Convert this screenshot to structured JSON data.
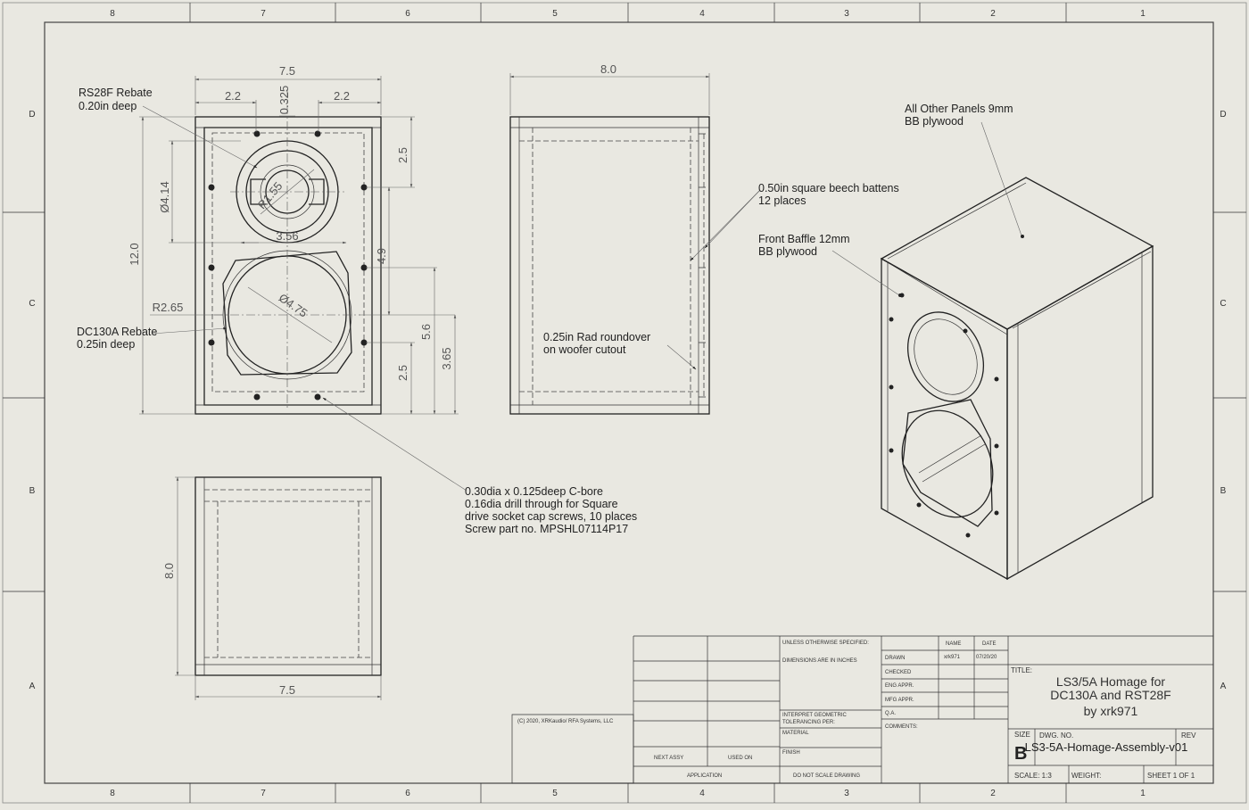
{
  "zones": {
    "columns": [
      "8",
      "7",
      "6",
      "5",
      "4",
      "3",
      "2",
      "1"
    ],
    "rows": [
      "D",
      "C",
      "B",
      "A"
    ]
  },
  "front_view": {
    "dims": {
      "width": "7.5",
      "left": "2.2",
      "center": "0.325",
      "right": "2.2",
      "tweeter_rebate_dia": "Ø4.14",
      "tweeter_radius": "R1.55",
      "tweeter_span": "3.56",
      "height": "12.0",
      "woofer_radius": "R2.65",
      "woofer_dia": "Ø4.75",
      "top_offset": "2.5",
      "tweeter_woofer": "4.9",
      "woofer_mid": "5.6",
      "bottom_offset": "2.5",
      "woofer_bottom": "3.65"
    }
  },
  "side_view": {
    "dims": {
      "depth": "8.0"
    }
  },
  "bottom_view": {
    "dims": {
      "depth": "8.0",
      "width": "7.5"
    }
  },
  "notes": {
    "rs28f": [
      "RS28F Rebate",
      "0.20in deep"
    ],
    "dc130a": [
      "DC130A Rebate",
      "0.25in deep"
    ],
    "battens": [
      "0.50in square beech battens",
      "12 places"
    ],
    "roundover": [
      "0.25in Rad roundover",
      "on woofer cutout"
    ],
    "cbore": [
      "0.30dia x 0.125deep C-bore",
      "0.16dia drill through for Square",
      "drive socket cap screws, 10 places",
      "Screw part no. MPSHL07114P17"
    ],
    "panels": [
      "All Other Panels 9mm",
      "BB plywood"
    ],
    "baffle": [
      "Front Baffle 12mm",
      "BB plywood"
    ]
  },
  "title_block": {
    "copyright": "(C) 2020, XRKaudio/ RFA Systems, LLC",
    "unless": "UNLESS OTHERWISE SPECIFIED:",
    "dimensions": "DIMENSIONS ARE IN INCHES",
    "interpret": "INTERPRET GEOMETRIC",
    "tolerancing": "TOLERANCING PER:",
    "material": "MATERIAL",
    "finish": "FINISH",
    "do_not_scale": "DO NOT SCALE DRAWING",
    "next_assy": "NEXT ASSY",
    "used_on": "USED ON",
    "application": "APPLICATION",
    "name_hdr": "NAME",
    "date_hdr": "DATE",
    "drawn": "DRAWN",
    "drawn_name": "xrk971",
    "drawn_date": "07/20/20",
    "checked": "CHECKED",
    "eng_appr": "ENG APPR.",
    "mfg_appr": "MFG APPR.",
    "qa": "Q.A.",
    "comments": "COMMENTS:",
    "title_label": "TITLE:",
    "title_lines": [
      "LS3/5A Homage for",
      "DC130A and RST28F",
      "by xrk971"
    ],
    "size_label": "SIZE",
    "size": "B",
    "dwg_label": "DWG. NO.",
    "dwg_no": "LS3-5A-Homage-Assembly-v01",
    "rev_label": "REV",
    "scale": "SCALE: 1:3",
    "weight": "WEIGHT:",
    "sheet": "SHEET 1 OF 1"
  }
}
